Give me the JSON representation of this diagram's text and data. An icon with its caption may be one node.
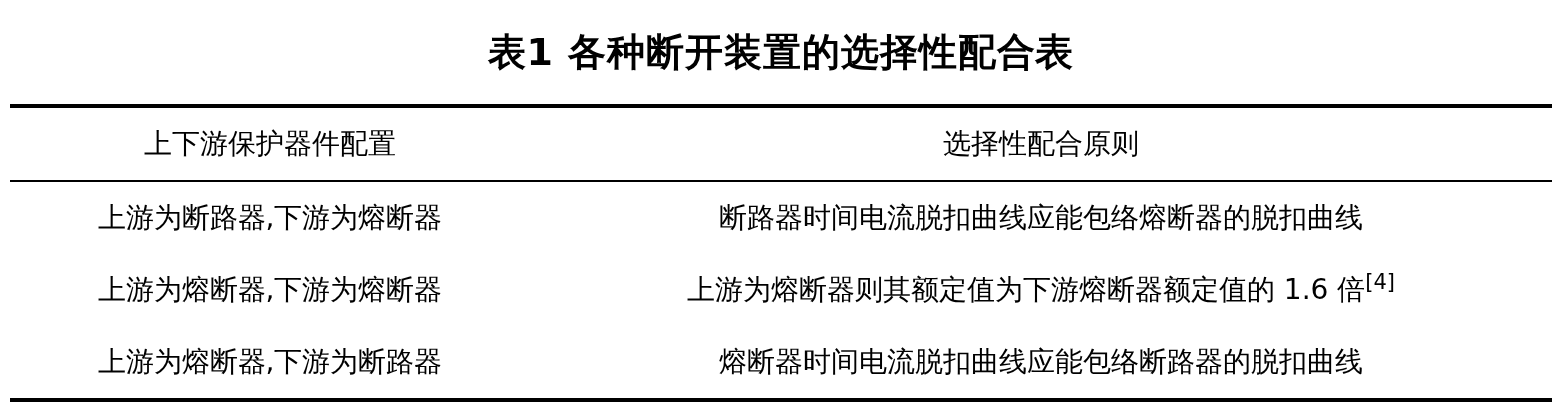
{
  "diagram": {
    "title": "表1 各种断开装置的选择性配合表",
    "labels": [
      "上下游保护器件配置",
      "选择性配合原则",
      "上游为断路器,下游为熔断器",
      "断路器时间电流脱扣曲线应能包络熔断器的脱扣曲线",
      "上游为熔断器,下游为熔断器",
      "上游为熔断器则其额定值为下游熔断器额定值的 1.6 倍$^{[4]}$",
      "上游为熔断器,下游为断路器",
      "熔断器时间电流脱扣曲线应能包络断路器的脱扣曲线"
    ]
  }
}
